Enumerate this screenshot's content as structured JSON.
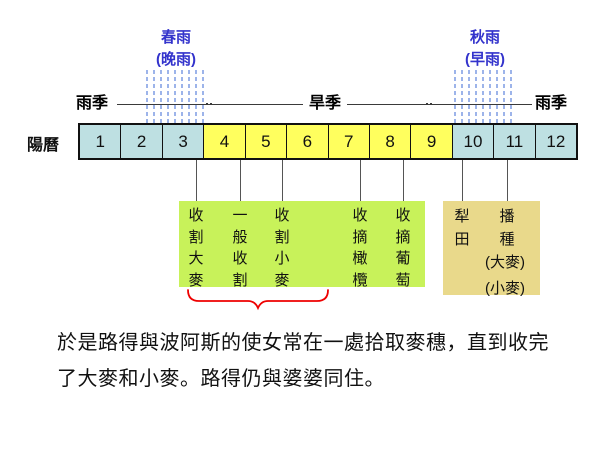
{
  "colors": {
    "cyan_cell": "#bee0e2",
    "yellow_cell": "#ffff5e",
    "harvest_box": "#c8f25a",
    "farming_box": "#e9d98b",
    "rain_hatch": "#9db4ea",
    "rain_label_text": "#3333cc",
    "brace_red": "#ee0000"
  },
  "rain_annotations": {
    "spring": {
      "title": "春雨",
      "subtitle": "(晚雨)"
    },
    "autumn": {
      "title": "秋雨",
      "subtitle": "(早雨)"
    }
  },
  "season_line": {
    "left_label": "雨季",
    "middle_label": "旱季",
    "right_label": "雨季"
  },
  "calendar": {
    "row_label": "陽曆",
    "months": [
      "1",
      "2",
      "3",
      "4",
      "5",
      "6",
      "7",
      "8",
      "9",
      "10",
      "11",
      "12"
    ]
  },
  "activities": {
    "harvest_columns": [
      "收割大麥",
      "一般收割",
      "收割小麥",
      "收摘橄欖",
      "收摘葡萄"
    ],
    "farming_columns": [
      "犁田",
      "播種"
    ],
    "farming_notes": [
      "(大麥)",
      "(小麥)"
    ]
  },
  "caption": {
    "line1": "於是路得與波阿斯的使女常在一處拾取麥穗，直到收完",
    "line2": "了大麥和小麥。路得仍與婆婆同住。"
  }
}
